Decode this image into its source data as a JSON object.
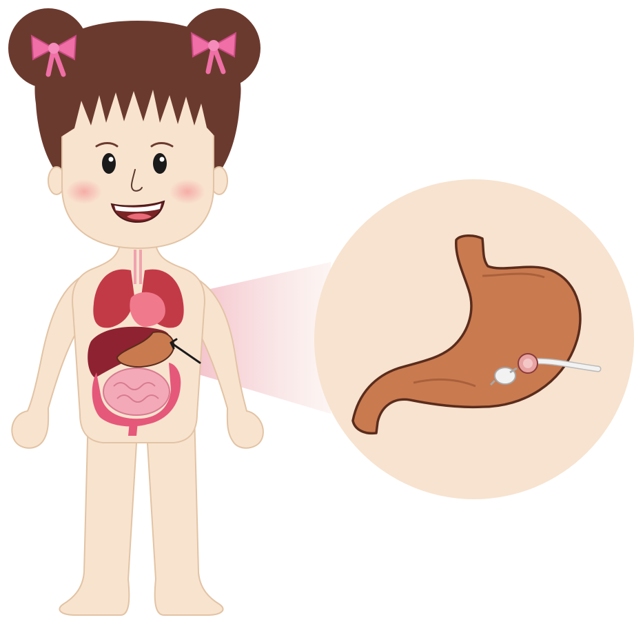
{
  "illustration": {
    "subject": "girl-anatomy-illustration",
    "highlighted_organ": "stomach",
    "inset_contains": [
      "stomach",
      "feeding-tube"
    ]
  },
  "colors": {
    "background": "#ffffff",
    "skin": "#f8e3cf",
    "skin_outline": "#e2c3a4",
    "hair": "#6b3a2e",
    "hair_dark": "#4e2a21",
    "bow": "#ef6fa6",
    "lungs": "#c33a47",
    "heart": "#f07a8c",
    "liver": "#8e2230",
    "stomach": "#c97a4f",
    "stomach_outline": "#5a2c1c",
    "intestines": "#f3a9b8",
    "colon": "#e5587a",
    "inset_circle": "#f7e3cf",
    "tube": "#f2f2f2",
    "tube_outline": "#b9b9b9",
    "cheek": "#f6a3a3",
    "beam": "#f4c9cf"
  }
}
